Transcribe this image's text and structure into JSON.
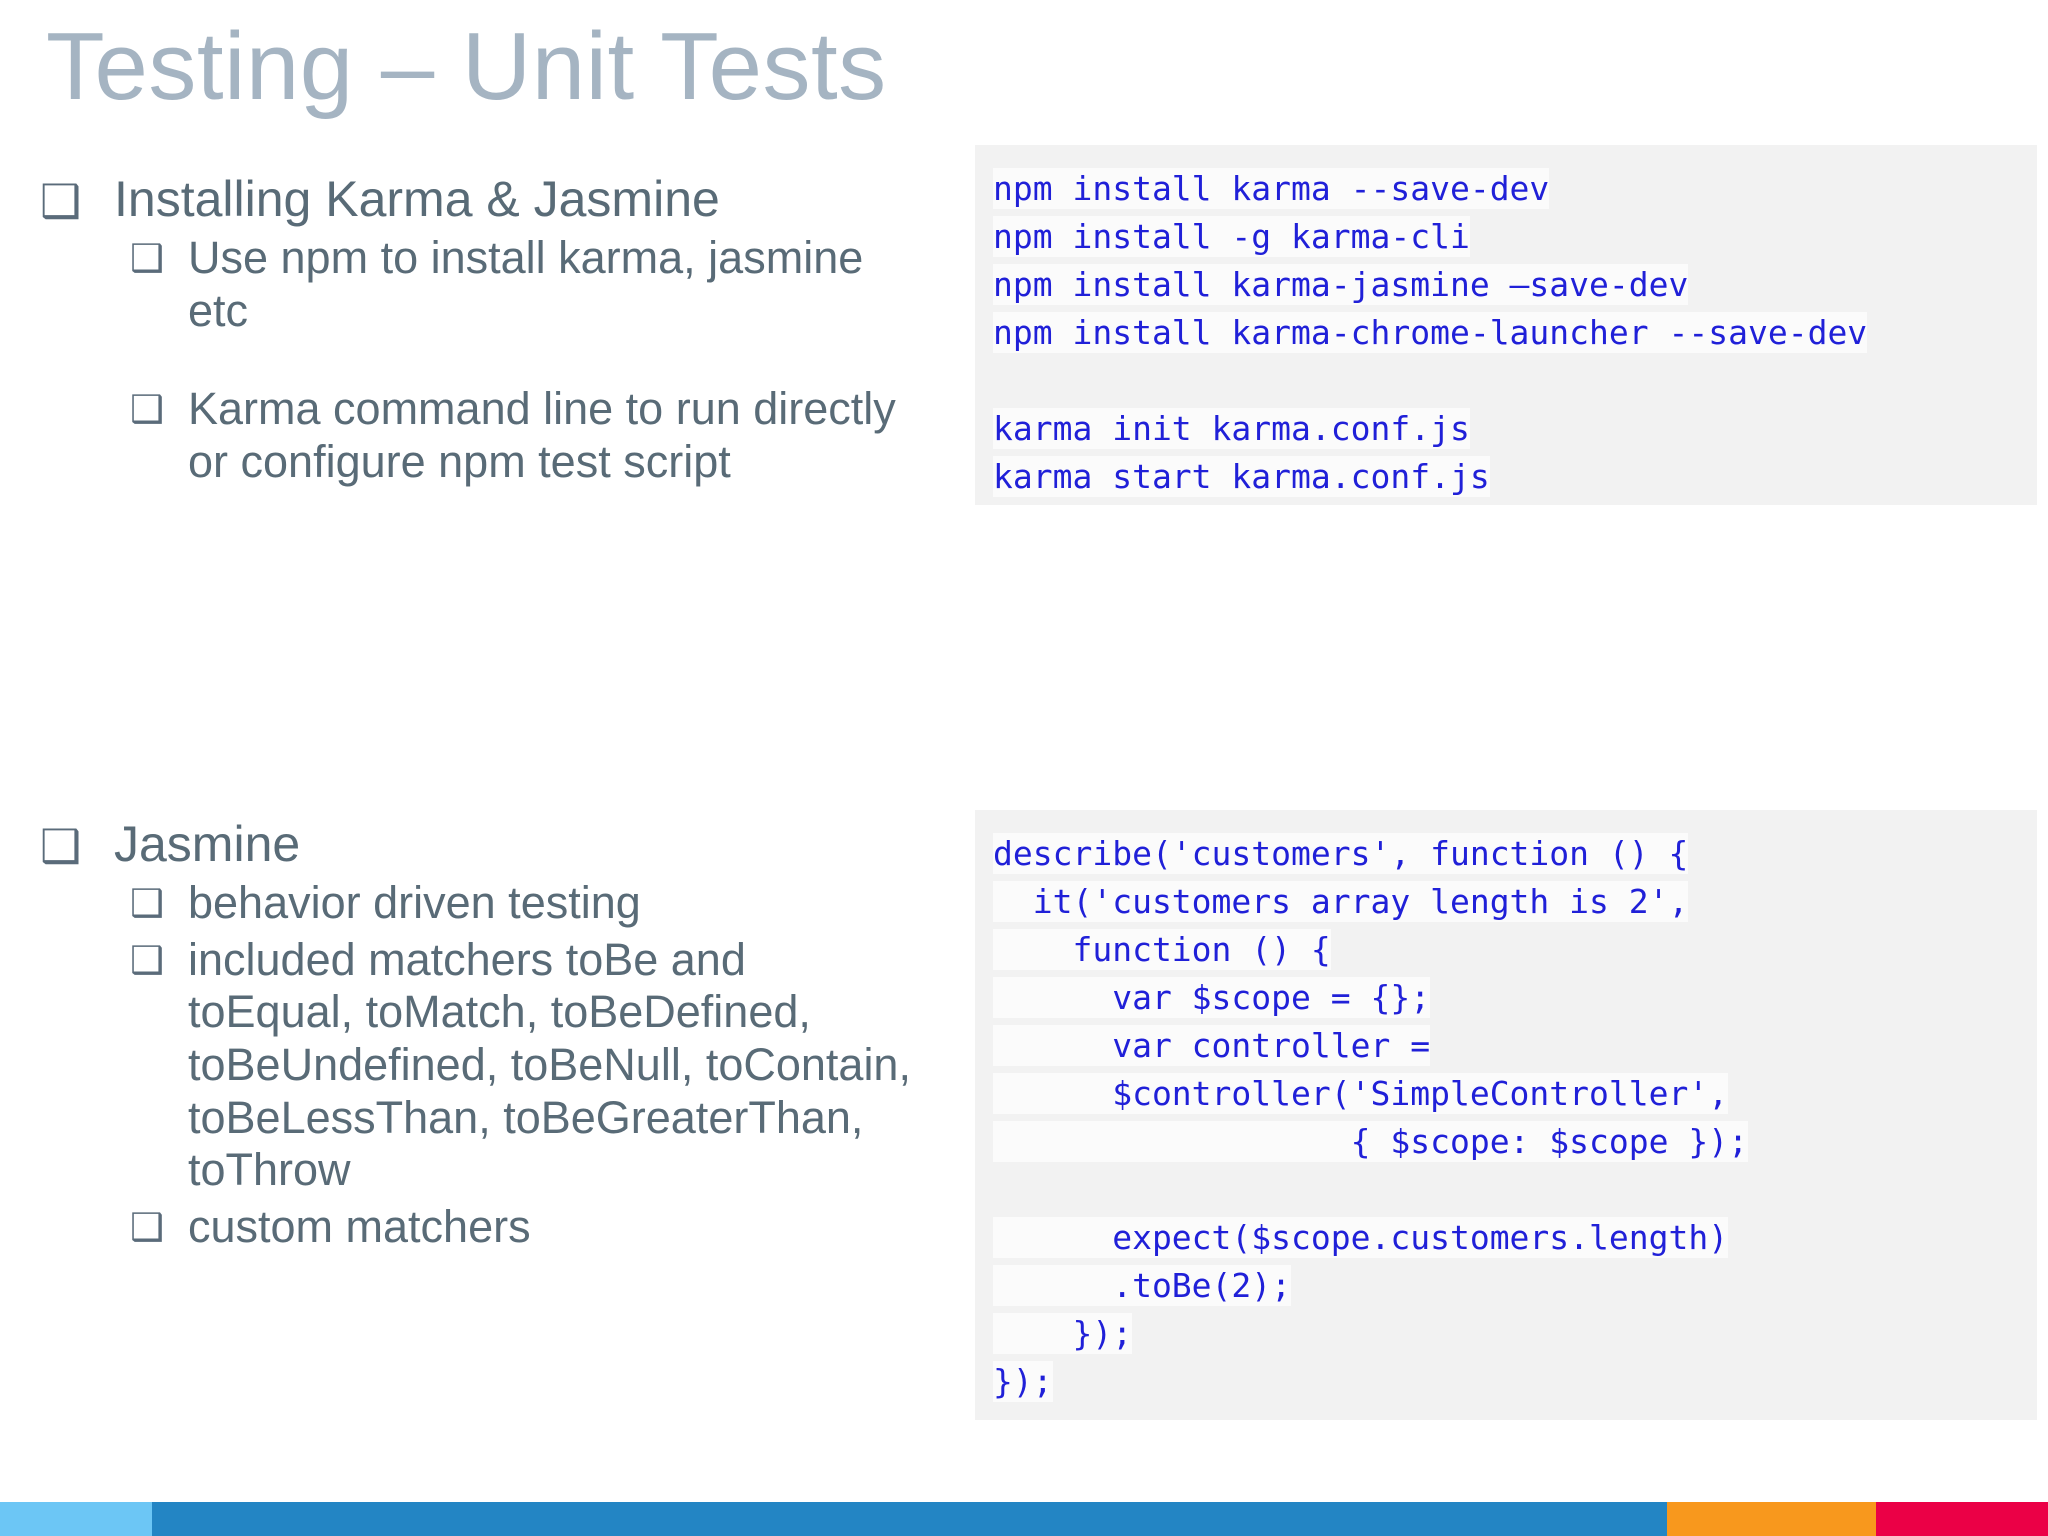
{
  "slide": {
    "title": "Testing – Unit Tests",
    "title_color": "#a5b4c2",
    "body_text_color": "#596b77",
    "code_text_color": "#2020d8",
    "code_panel_bg": "#f2f2f2",
    "bullet_glyph": "❑"
  },
  "bullets": {
    "group1": {
      "heading": "Installing Karma & Jasmine",
      "items": [
        "Use npm to install karma, jasmine etc",
        "Karma command line to run directly or configure npm test script"
      ]
    },
    "group2": {
      "heading": "Jasmine",
      "items": [
        "behavior driven testing",
        "included matchers toBe and toEqual, toMatch, toBeDefined, toBeUndefined, toBeNull, toContain, toBeLessThan, toBeGreaterThan, toThrow",
        "custom matchers"
      ]
    }
  },
  "code_karma": {
    "lines": [
      "npm install karma --save-dev",
      "npm install -g karma-cli",
      "npm install karma-jasmine –save-dev",
      "npm install karma-chrome-launcher --save-dev",
      "",
      "karma init karma.conf.js",
      "karma start karma.conf.js"
    ]
  },
  "code_jasmine": {
    "lines": [
      "describe('customers', function () {",
      "  it('customers array length is 2',",
      "    function () {",
      "      var $scope = {};",
      "      var controller =",
      "      $controller('SimpleController',",
      "                  { $scope: $scope });",
      "",
      "      expect($scope.customers.length)",
      "      .toBe(2);",
      "    });",
      "});"
    ]
  },
  "bottom_bar": {
    "segments": [
      {
        "name": "light-blue",
        "color": "#6cc6f5",
        "width_pct": 7.4
      },
      {
        "name": "blue",
        "color": "#2385c4",
        "width_pct": 74.0
      },
      {
        "name": "orange",
        "color": "#f8981d",
        "width_pct": 10.2
      },
      {
        "name": "crimson",
        "color": "#eb0046",
        "width_pct": 8.4
      }
    ]
  }
}
